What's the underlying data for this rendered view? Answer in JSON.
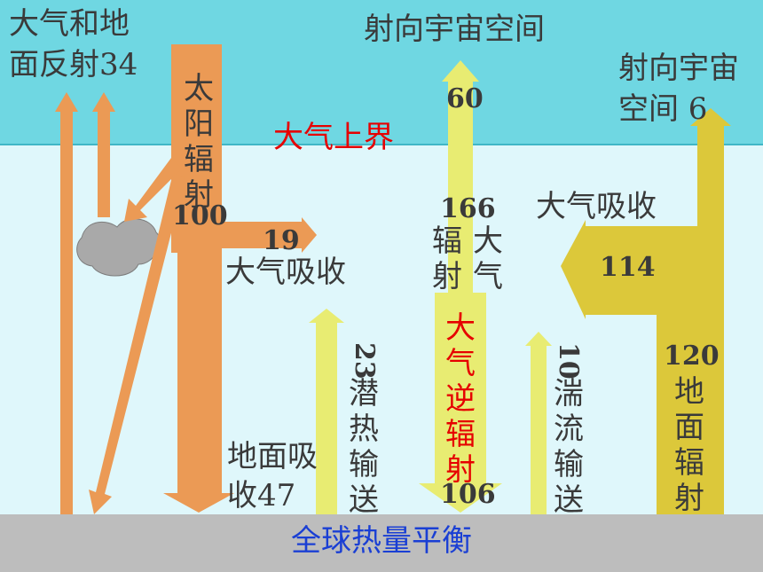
{
  "labels": {
    "atm_ground_reflect": "大气和地",
    "atm_ground_reflect2": "面反射34",
    "to_space": "射向宇宙空间",
    "to_space_right": "射向宇宙",
    "to_space_right2": "空间  6",
    "atm_top": "大气上界",
    "solar_rad": "太阳辐射",
    "solar_100": "100",
    "n19": "19",
    "atm_absorb_left": "大气吸收",
    "atm_absorb_right": "大气吸收",
    "n114": "114",
    "n60": "60",
    "n166": "166",
    "atm_rad_col1": "辐射",
    "atm_rad_col2": "大气",
    "counter_rad": "大气逆辐射",
    "n106": "106",
    "latent_num": "23",
    "latent_text": "潜热输送",
    "turb_num": "10",
    "turb_text": "湍流输送",
    "ground_absorb": "地面吸",
    "ground_absorb2": "收47",
    "n120": "120",
    "ground_rad": "地面辐射",
    "title": "全球热量平衡"
  },
  "colors": {
    "space": "#6fd7e2",
    "atmosphere": "#dff7fb",
    "ground": "#bdbdbd",
    "solar_arrow": "#eb9a55",
    "yellow_arrow": "#e8ec72",
    "olive_arrow": "#dcc83a",
    "title_text": "#1a3fd4",
    "red_text": "#e60000"
  }
}
